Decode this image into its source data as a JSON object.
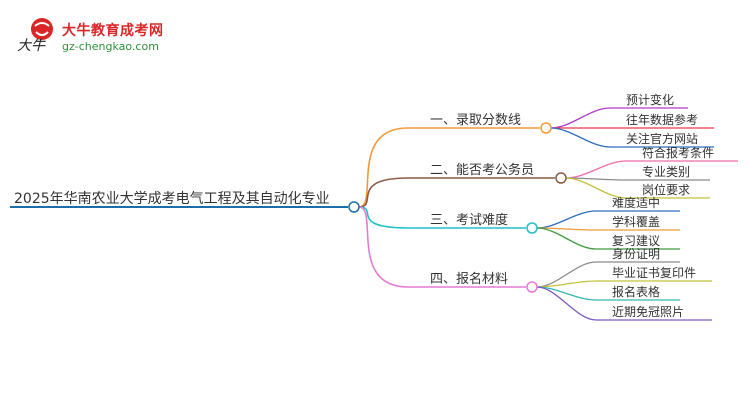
{
  "logo": {
    "title": "大牛教育成考网",
    "url": "gz-chengkao.com",
    "mark_text": "大牛"
  },
  "colors": {
    "root": "#1b6fa8",
    "branch_orange": "#f29a38",
    "branch_brown": "#8a5a44",
    "branch_cyan": "#20c0c8",
    "branch_pink": "#e67ad5",
    "leaf_magenta": "#b23bcb",
    "leaf_red": "#e83a4a",
    "leaf_blue": "#2c6fbd",
    "leaf_pink": "#f06cab",
    "leaf_gray": "#8a8a8a",
    "leaf_olive": "#c2c23a",
    "leaf_green": "#3d9b3d",
    "leaf_teal": "#33b7b1",
    "leaf_purple": "#7c5ac0",
    "leaf_orange": "#f29a38",
    "leaf_slate": "#5a6f86"
  },
  "mindmap": {
    "root": "2025年华南农业大学成考电气工程及其自动化专业",
    "branches": [
      {
        "label": "一、录取分数线",
        "color": "branch_orange",
        "children": [
          {
            "label": "预计变化",
            "color": "leaf_magenta"
          },
          {
            "label": "往年数据参考",
            "color": "leaf_red"
          },
          {
            "label": "关注官方网站",
            "color": "leaf_blue"
          }
        ]
      },
      {
        "label": "二、能否考公务员",
        "color": "branch_brown",
        "children": [
          {
            "label": "符合报考条件",
            "color": "leaf_pink"
          },
          {
            "label": "专业类别",
            "color": "leaf_gray"
          },
          {
            "label": "岗位要求",
            "color": "leaf_olive"
          }
        ]
      },
      {
        "label": "三、考试难度",
        "color": "branch_cyan",
        "children": [
          {
            "label": "难度适中",
            "color": "leaf_blue"
          },
          {
            "label": "学科覆盖",
            "color": "leaf_orange"
          },
          {
            "label": "复习建议",
            "color": "leaf_green"
          }
        ]
      },
      {
        "label": "四、报名材料",
        "color": "branch_pink",
        "children": [
          {
            "label": "身份证明",
            "color": "leaf_gray"
          },
          {
            "label": "毕业证书复印件",
            "color": "leaf_olive"
          },
          {
            "label": "报名表格",
            "color": "leaf_teal"
          },
          {
            "label": "近期免冠照片",
            "color": "leaf_purple"
          }
        ]
      }
    ]
  }
}
